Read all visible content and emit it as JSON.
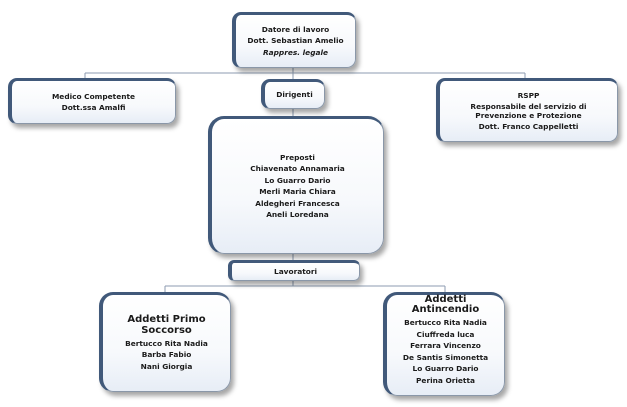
{
  "datore": {
    "title": "Datore di lavoro",
    "name": "Dott. Sebastian Amelio",
    "role": "Rappres. legale"
  },
  "medico": {
    "title": "Medico Competente",
    "name": "Dott.ssa Amalfi"
  },
  "dirigenti": {
    "title": "Dirigenti"
  },
  "rspp": {
    "title": "RSPP",
    "subtitle": "Responsabile del servizio di Prevenzione e Protezione",
    "name": "Dott. Franco Cappelletti"
  },
  "preposti": {
    "title": "Preposti",
    "members": [
      "Chiavenato Annamaria",
      "Lo Guarro Dario",
      "Merli Maria Chiara",
      "Aldegheri Francesca",
      "Aneli Loredana"
    ]
  },
  "lavoratori": {
    "title": "Lavoratori"
  },
  "primo_soccorso": {
    "title_line1": "Addetti Primo",
    "title_line2": "Soccorso",
    "members": [
      "Bertucco Rita Nadia",
      "Barba Fabio",
      "Nani Giorgia"
    ]
  },
  "antincendio": {
    "title_line1": "Addetti",
    "title_line2": "Antincendio",
    "members": [
      "Bertucco Rita Nadia",
      "Ciuffreda luca",
      "Ferrara Vincenzo",
      "De Santis Simonetta",
      "Lo Guarro Dario",
      "Perina Orietta"
    ]
  },
  "colors": {
    "accent_border": "#41597a",
    "connector": "#8c9bb0"
  }
}
